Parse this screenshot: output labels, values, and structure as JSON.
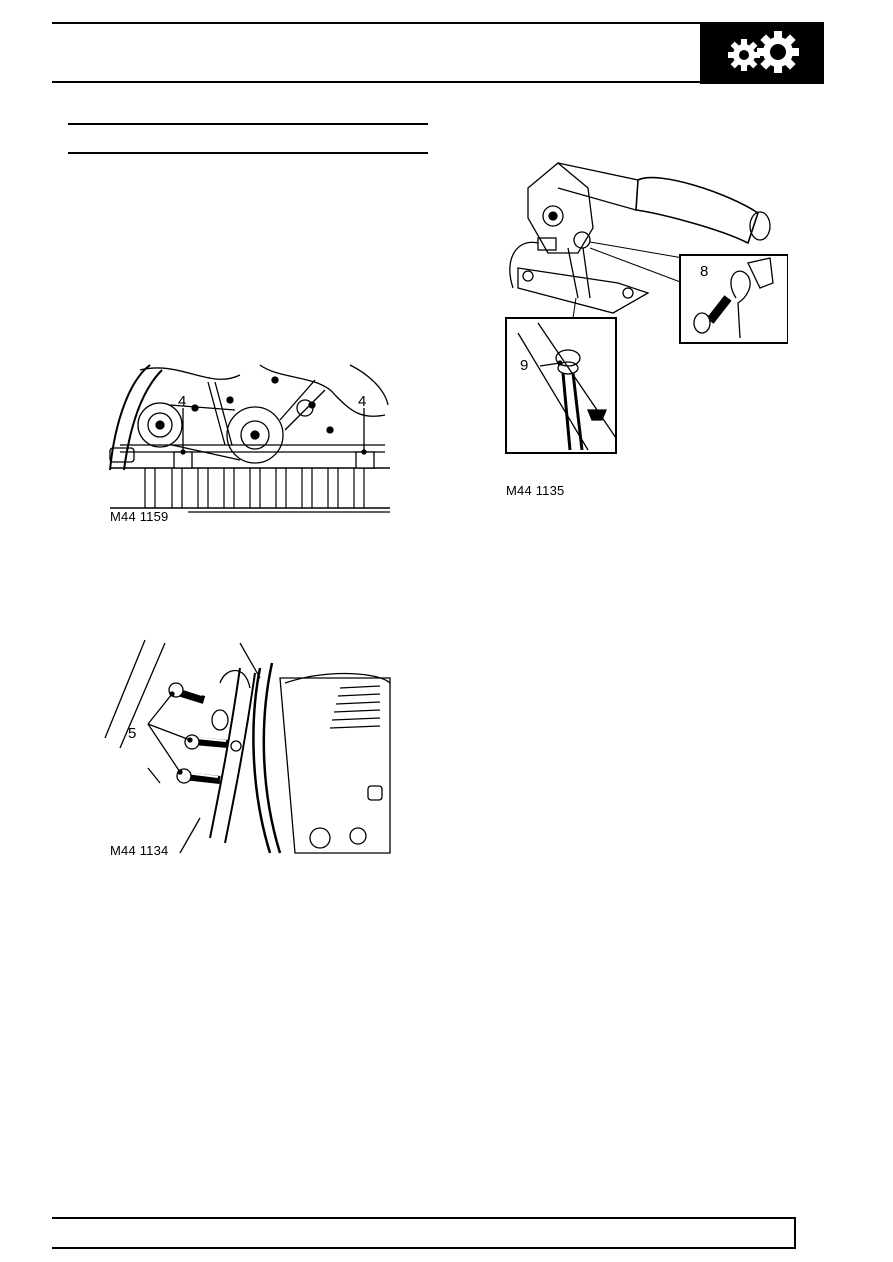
{
  "header": {
    "icon": "gears-icon"
  },
  "figures": [
    {
      "id": "fig-exhaust-brackets",
      "reference": "M44 1159",
      "callouts": [
        "4",
        "4"
      ]
    },
    {
      "id": "fig-bolts",
      "reference": "M44 1134",
      "callouts": [
        "5"
      ]
    },
    {
      "id": "fig-handbrake",
      "reference": "M44 1135",
      "callouts": [
        "8",
        "9"
      ]
    }
  ],
  "colors": {
    "ink": "#000000",
    "paper": "#ffffff",
    "header_block": "#000000"
  }
}
